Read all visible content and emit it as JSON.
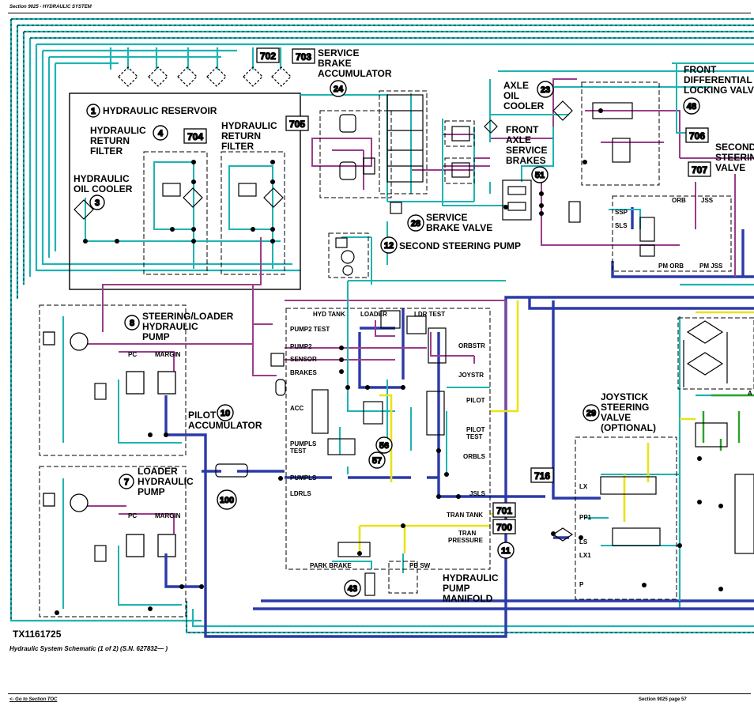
{
  "header": {
    "section": "Section 9025 - HYDRAULIC SYSTEM"
  },
  "figure": {
    "id": "TX1161725",
    "caption": "Hydraulic System Schematic (1 of 2) (S.N. 627832— )"
  },
  "footer": {
    "toc_link": "<- Go to Section TOC",
    "page": "Section 9025 page 57"
  },
  "colors": {
    "teal": "#1fb3b3",
    "magenta": "#9b3d8b",
    "blue": "#2b3aa8",
    "yellow": "#e9e21a",
    "green": "#2aa32a",
    "black": "#000000"
  },
  "callouts": {
    "c1": "1",
    "c3": "3",
    "c4": "4",
    "c7": "7",
    "c8": "8",
    "c10": "10",
    "c11": "11",
    "c12": "12",
    "c23": "23",
    "c24": "24",
    "c28": "28",
    "c29": "29",
    "c43": "43",
    "c48": "48",
    "c51": "51",
    "c56": "56",
    "c57": "57",
    "c100": "100"
  },
  "boxes": {
    "b700": "700",
    "b701": "701",
    "b702": "702",
    "b703": "703",
    "b704": "704",
    "b705": "705",
    "b706": "706",
    "b707": "707",
    "b716": "716"
  },
  "labels": {
    "hydraulic_reservoir": "HYDRAULIC RESERVOIR",
    "return_filter_l1": "HYDRAULIC",
    "return_filter_l2": "RETURN",
    "return_filter_l3": "FILTER",
    "return_filter2_l1": "HYDRAULIC",
    "return_filter2_l2": "RETURN",
    "return_filter2_l3": "FILTER",
    "oil_cooler_l1": "HYDRAULIC",
    "oil_cooler_l2": "OIL COOLER",
    "sba_l1": "SERVICE",
    "sba_l2": "BRAKE",
    "sba_l3": "ACCUMULATOR",
    "axle_l1": "AXLE",
    "axle_l2": "OIL",
    "axle_l3": "COOLER",
    "fasb_l1": "FRONT",
    "fasb_l2": "AXLE",
    "fasb_l3": "SERVICE",
    "fasb_l4": "BRAKES",
    "fdl_l1": "FRONT",
    "fdl_l2": "DIFFERENTIAL",
    "fdl_l3": "LOCKING VALVE",
    "second_l1": "SECOND",
    "second_l2": "STEERING",
    "second_l3": "VALVE",
    "sbv_l1": "SERVICE",
    "sbv_l2": "BRAKE VALVE",
    "second_steering_pump": "SECOND STEERING PUMP",
    "slp_l1": "STEERING/LOADER",
    "slp_l2": "HYDRAULIC",
    "slp_l3": "PUMP",
    "lhp_l1": "LOADER",
    "lhp_l2": "HYDRAULIC",
    "lhp_l3": "PUMP",
    "pa_l1": "PILOT",
    "pa_l2": "ACCUMULATOR",
    "jsv_l1": "JOYSTICK",
    "jsv_l2": "STEERING",
    "jsv_l3": "VALVE",
    "jsv_l4": "(OPTIONAL)",
    "hpm_l1": "HYDRAULIC",
    "hpm_l2": "PUMP",
    "hpm_l3": "MANIFOLD",
    "pc1": "PC",
    "margin1": "MARGIN",
    "pc2": "PC",
    "margin2": "MARGIN",
    "hyd_tank": "HYD TANK",
    "loader": "LOADER",
    "ldr_test": "LDR TEST",
    "pump2_test": "PUMP2 TEST",
    "pump2": "PUMP2",
    "sensor": "SENSOR",
    "brakes": "BRAKES",
    "orbstr": "ORBSTR",
    "joystr": "JOYSTR",
    "acc": "ACC",
    "pilot": "PILOT",
    "pilot_test_l1": "PILOT",
    "pilot_test_l2": "TEST",
    "pumpls_test_l1": "PUMPLS",
    "pumpls_test_l2": "TEST",
    "pumpls": "PUMPLS",
    "ldrls": "LDRLS",
    "orbls": "ORBLS",
    "jsls": "JSLS",
    "tran_tank": "TRAN TANK",
    "tran_pressure_l1": "TRAN",
    "tran_pressure_l2": "PRESSURE",
    "park_brake": "PARK BRAKE",
    "pb_sw": "PB SW",
    "ssp": "SSP",
    "sls": "SLS",
    "orb": "ORB",
    "jss": "JSS",
    "pm_orb": "PM ORB",
    "pm_jss": "PM JSS",
    "lx": "LX",
    "pp1": "PP1",
    "ls": "LS",
    "lx1": "LX1",
    "p": "P",
    "a": "A"
  }
}
